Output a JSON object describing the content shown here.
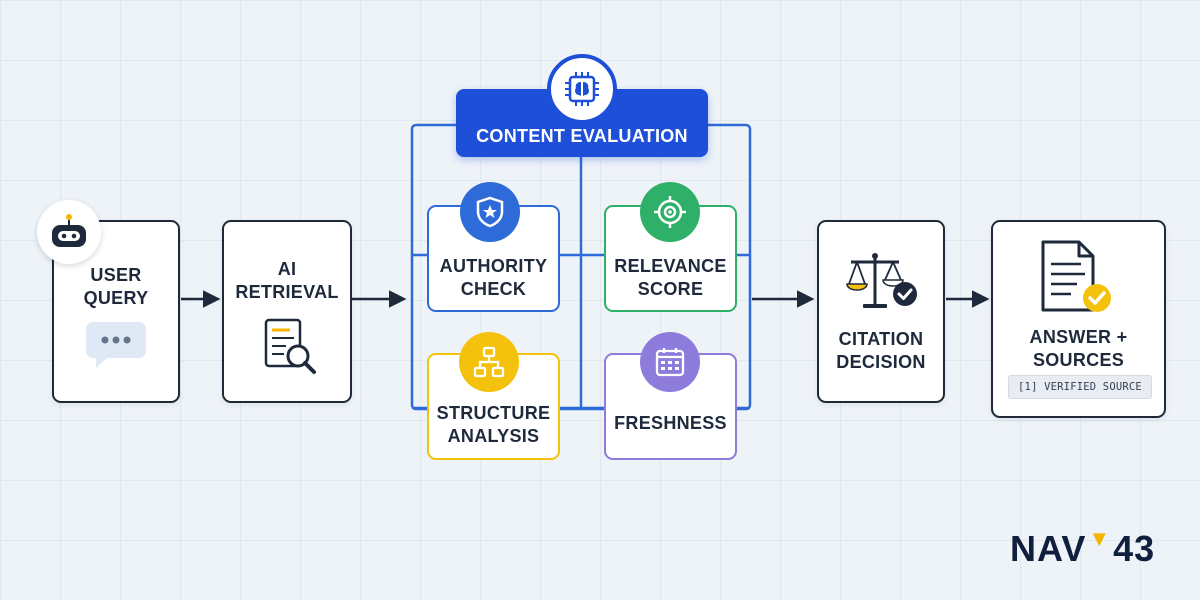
{
  "diagram": {
    "user_query": {
      "line1": "USER",
      "line2": "QUERY"
    },
    "ai_retrieval": {
      "line1": "AI",
      "line2": "RETRIEVAL"
    },
    "content_evaluation": {
      "label": "CONTENT EVALUATION"
    },
    "authority_check": {
      "line1": "AUTHORITY",
      "line2": "CHECK"
    },
    "relevance_score": {
      "line1": "RELEVANCE",
      "line2": "SCORE"
    },
    "structure_analysis": {
      "line1": "STRUCTURE",
      "line2": "ANALYSIS"
    },
    "freshness": {
      "label": "FRESHNESS"
    },
    "citation_decision": {
      "line1": "CITATION",
      "line2": "DECISION"
    },
    "answer_sources": {
      "line1": "ANSWER +",
      "line2": "SOURCES",
      "badge": "[1] VERIFIED SOURCE"
    }
  },
  "logo": {
    "text_left": "NAV",
    "text_right": "43"
  },
  "colors": {
    "primary_blue": "#1d4fd8",
    "authority_blue": "#2f6ad9",
    "relevance_green": "#2fb068",
    "structure_yellow": "#f4c20d",
    "freshness_purple": "#8e7cdc",
    "dark": "#1e293b"
  },
  "icons": [
    "robot-icon",
    "chat-bubble-icon",
    "document-search-icon",
    "brain-chip-icon",
    "shield-star-icon",
    "target-icon",
    "hierarchy-icon",
    "calendar-icon",
    "scales-check-icon",
    "document-check-icon"
  ]
}
